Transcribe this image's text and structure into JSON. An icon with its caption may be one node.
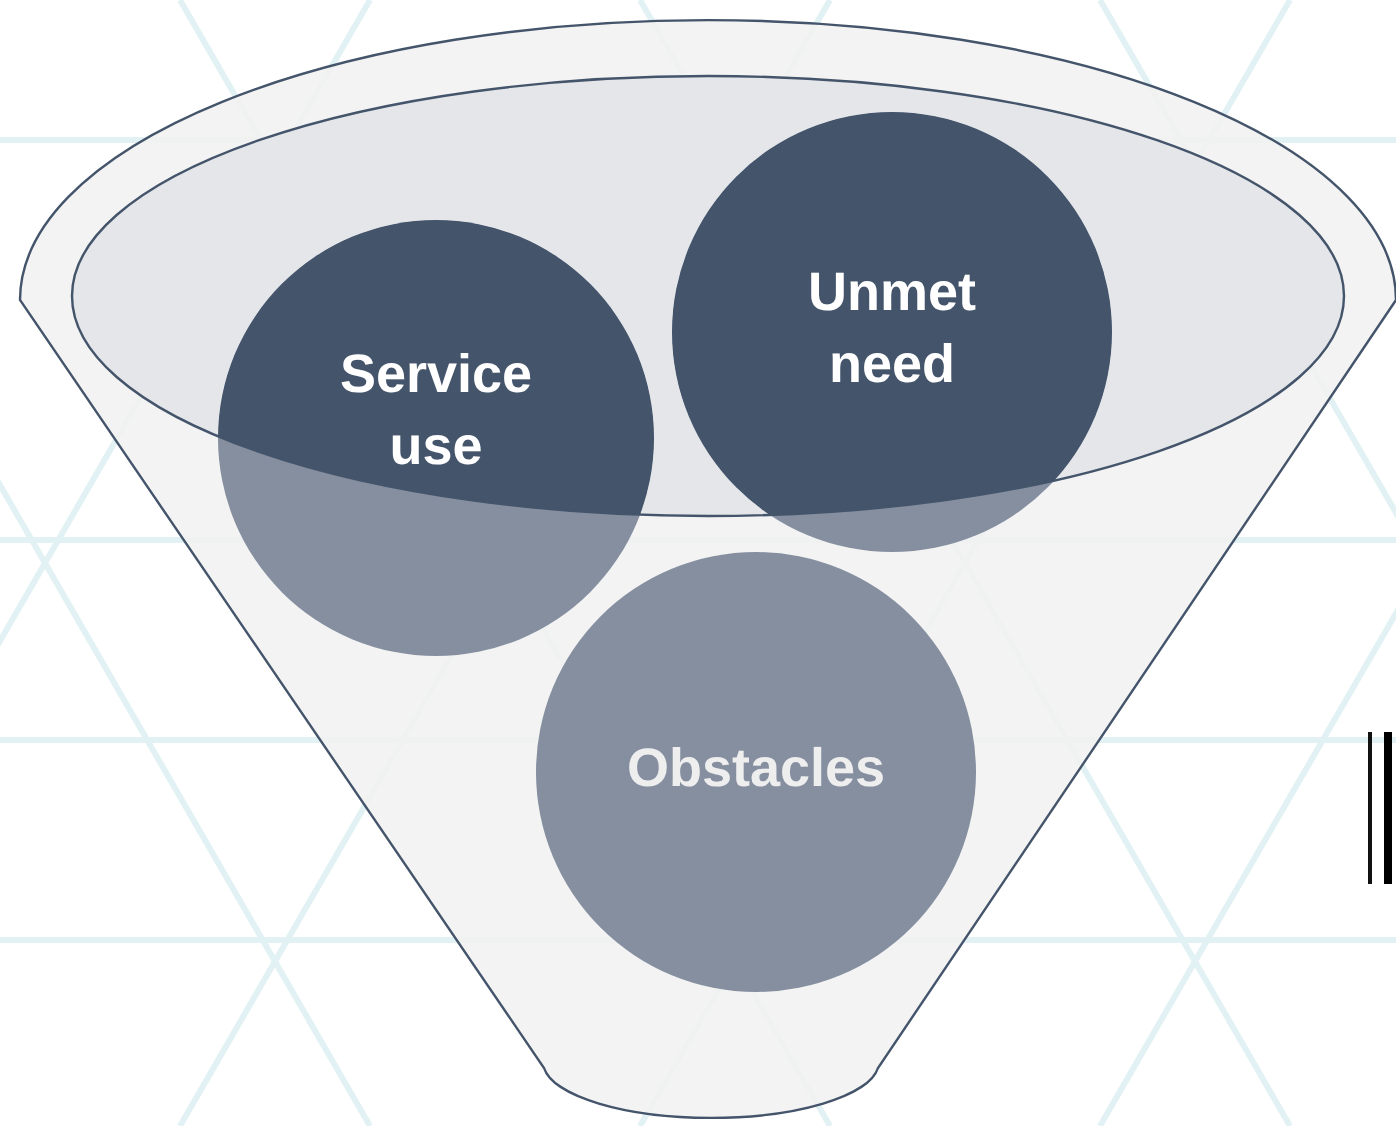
{
  "diagram": {
    "nodes": [
      {
        "text": [
          "Service use"
        ]
      },
      {
        "text": [
          "Unmet need"
        ]
      },
      {
        "text": [
          "Obstacles"
        ]
      }
    ]
  }
}
